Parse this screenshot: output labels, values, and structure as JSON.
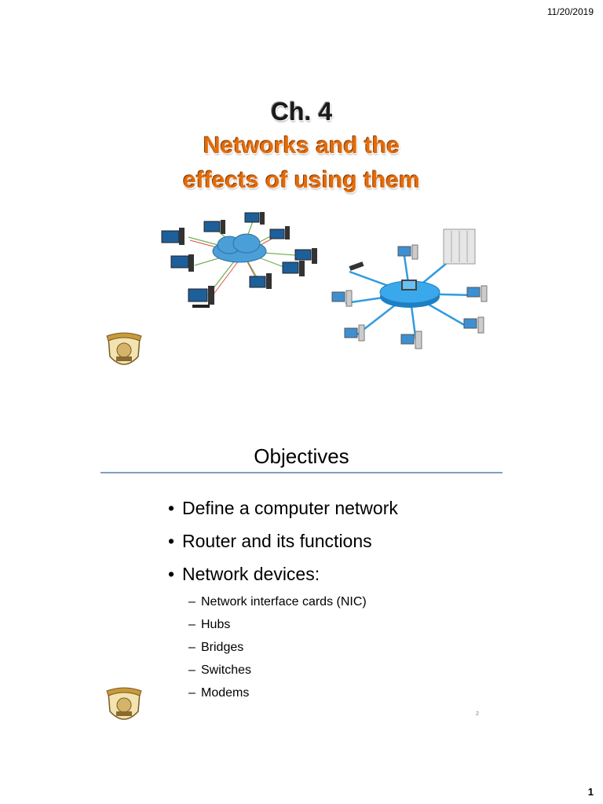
{
  "header": {
    "date": "11/20/2019"
  },
  "slide1": {
    "chapter": "Ch. 4",
    "subtitle_line1": "Networks and the",
    "subtitle_line2": "effects of using them"
  },
  "slide2": {
    "title": "Objectives",
    "bullets": [
      "Define a computer network",
      "Router and its functions",
      "Network devices:"
    ],
    "sub_bullets": [
      "Network interface cards (NIC)",
      "Hubs",
      "Bridges",
      "Switches",
      "Modems"
    ],
    "slide_number": "2"
  },
  "footer": {
    "page_number": "1"
  },
  "icons": {
    "network_cloud": "cloud-network-icon",
    "network_hub": "hub-network-icon",
    "school_logo": "school-crest-icon"
  },
  "colors": {
    "subtitle": "#e36c0a",
    "rule": "#7f9fc0",
    "cloud": "#4a9fd8",
    "hub": "#2f9be0"
  }
}
